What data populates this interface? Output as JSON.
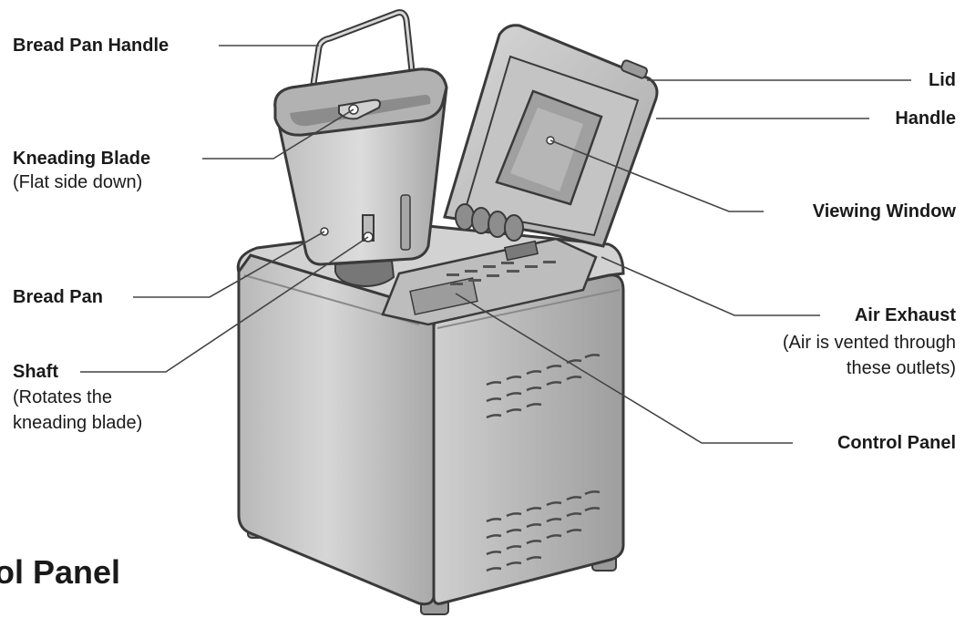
{
  "callouts": {
    "bread_pan_handle": "Bread Pan Handle",
    "kneading_blade": "Kneading Blade",
    "kneading_blade_note": "(Flat side down)",
    "bread_pan": "Bread Pan",
    "shaft": "Shaft",
    "shaft_note_1": "(Rotates the",
    "shaft_note_2": "kneading blade)",
    "lid": "Lid",
    "handle": "Handle",
    "viewing_window": "Viewing Window",
    "air_exhaust": "Air Exhaust",
    "air_exhaust_note_1": "(Air is vented through",
    "air_exhaust_note_2": "these outlets)",
    "control_panel": "Control Panel"
  },
  "section_heading": "ol Panel",
  "colors": {
    "machine_body": "#c9c9c9",
    "machine_shadow": "#a6a6a6",
    "outline": "#3a3a3a",
    "leader_line": "#444444"
  }
}
